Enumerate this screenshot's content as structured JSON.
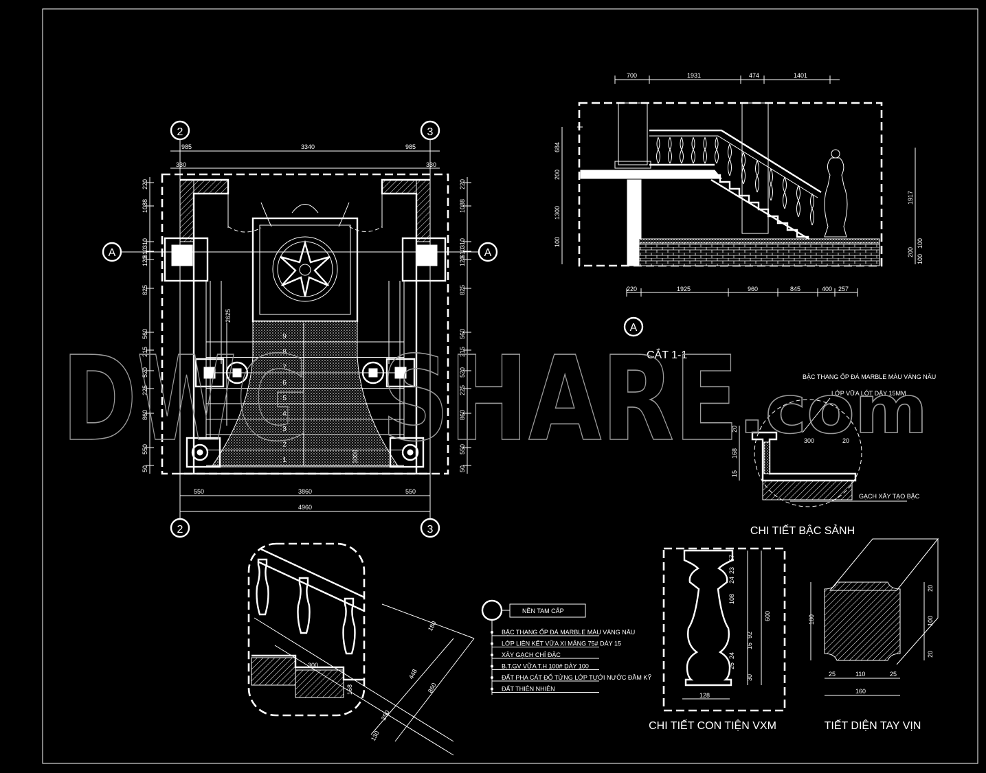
{
  "colors": {
    "background": "#000000",
    "lines": "#ffffff",
    "watermark": "#9a9a9a"
  },
  "watermark": {
    "part1": "DWG",
    "part2": "SHARE",
    "part3": ".com"
  },
  "plan": {
    "grid_left": "2",
    "grid_right": "3",
    "axis": "A",
    "dims_top": [
      "985",
      "3340",
      "985"
    ],
    "dims_top2": [
      "330",
      "330"
    ],
    "dims_left": [
      "220",
      "1088",
      "310",
      "610",
      "120",
      "825",
      "560",
      "215",
      "520",
      "225",
      "860",
      "550",
      "50"
    ],
    "dims_right": [
      "220",
      "1088",
      "310",
      "610",
      "120",
      "825",
      "560",
      "215",
      "520",
      "225",
      "860",
      "550",
      "50"
    ],
    "dims_bottom": [
      "550",
      "3860",
      "550"
    ],
    "dim_total": "4960",
    "dim_inner": "2625",
    "step_numbers": [
      "1",
      "2",
      "3",
      "4",
      "5",
      "6",
      "7",
      "8",
      "9"
    ],
    "dim_step": "3000"
  },
  "section": {
    "title": "CẮT 1-1",
    "axis": "A",
    "dims_top": [
      "700",
      "1931",
      "474",
      "1401"
    ],
    "dims_left": [
      "684",
      "200",
      "1300",
      "100"
    ],
    "dims_right": [
      "1917",
      "100",
      "200",
      "100"
    ],
    "dims_bottom": [
      "220",
      "1925",
      "960",
      "845",
      "400",
      "257"
    ]
  },
  "detail_step": {
    "title": "CHI TIẾT BẬC SẢNH",
    "label1": "BẬC THANG ỐP ĐÁ MARBLE MÀU VÀNG NÂU",
    "label2": "LỚP VỮA LÓT DÀY 15MM",
    "label3": "GẠCH XÂY TẠO BẬC",
    "dims": [
      "300",
      "20",
      "20",
      "168",
      "15"
    ]
  },
  "legend": {
    "title": "NỀN TAM CẤP",
    "items": [
      "BẬC THANG ỐP ĐÁ MARBLE MÀU VÀNG NÂU",
      "LỚP LIÊN KẾT VỮA XI MĂNG 75# DÀY 15",
      "XÂY GẠCH CHỈ ĐẶC",
      "B.T.GV VỮA T.H 100# DÀY 100",
      "ĐẤT PHA CÁT ĐỔ TỪNG LỚP TƯỚI NƯỚC ĐẦM KỸ",
      "ĐẤT THIÊN NHIÊN"
    ]
  },
  "detail_stair": {
    "dims": [
      "300",
      "168",
      "250",
      "130",
      "448",
      "860",
      "180"
    ]
  },
  "detail_baluster": {
    "title": "CHI TIẾT CON TIỆN VXM",
    "dims": [
      "57",
      "23",
      "24",
      "108",
      "92",
      "16",
      "24",
      "25",
      "30",
      "600",
      "128"
    ]
  },
  "detail_handrail": {
    "title": "TIẾT DIỆN TAY VỊN",
    "dims": [
      "180",
      "20",
      "100",
      "20",
      "25",
      "110",
      "25",
      "160"
    ]
  }
}
